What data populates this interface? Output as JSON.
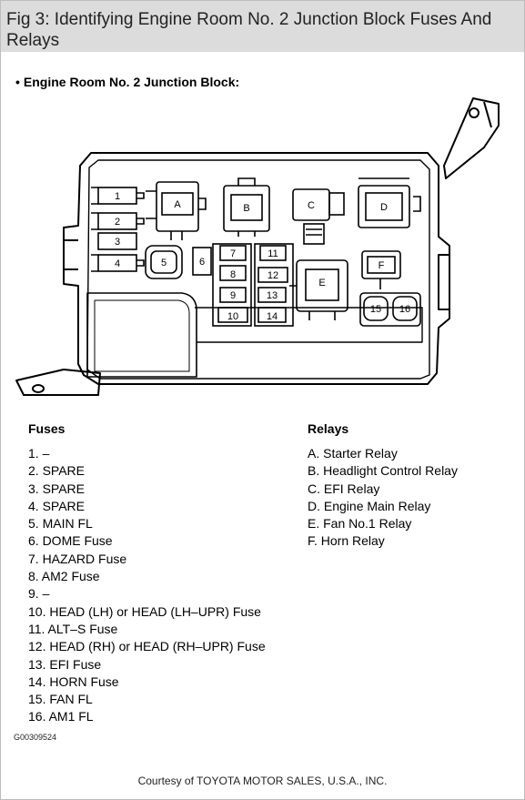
{
  "header": {
    "title": "Fig 3: Identifying Engine Room No. 2 Junction Block Fuses And Relays"
  },
  "subtitle": {
    "bullet": "•",
    "text": "Engine Room No. 2 Junction Block:"
  },
  "diagram": {
    "fuse_labels": [
      "1",
      "2",
      "3",
      "4",
      "5",
      "6",
      "7",
      "8",
      "9",
      "10",
      "11",
      "12",
      "13",
      "14",
      "15",
      "16"
    ],
    "relay_labels": [
      "A",
      "B",
      "C",
      "D",
      "E",
      "F"
    ]
  },
  "fuses": {
    "title": "Fuses",
    "items": [
      "1. –",
      "2. SPARE",
      "3. SPARE",
      "4. SPARE",
      "5. MAIN FL",
      "6. DOME Fuse",
      "7. HAZARD Fuse",
      "8. AM2 Fuse",
      "9. –",
      "10. HEAD (LH) or HEAD (LH–UPR) Fuse",
      "11. ALT–S Fuse",
      "12. HEAD (RH) or HEAD (RH–UPR) Fuse",
      "13. EFI Fuse",
      "14. HORN Fuse",
      "15. FAN FL",
      "16. AM1 FL"
    ]
  },
  "relays": {
    "title": "Relays",
    "items": [
      "A. Starter Relay",
      "B. Headlight Control Relay",
      "C. EFI Relay",
      "D. Engine Main Relay",
      "E. Fan No.1 Relay",
      "F. Horn Relay"
    ]
  },
  "figure_code": "G00309524",
  "courtesy": "Courtesy of TOYOTA MOTOR SALES, U.S.A., INC."
}
